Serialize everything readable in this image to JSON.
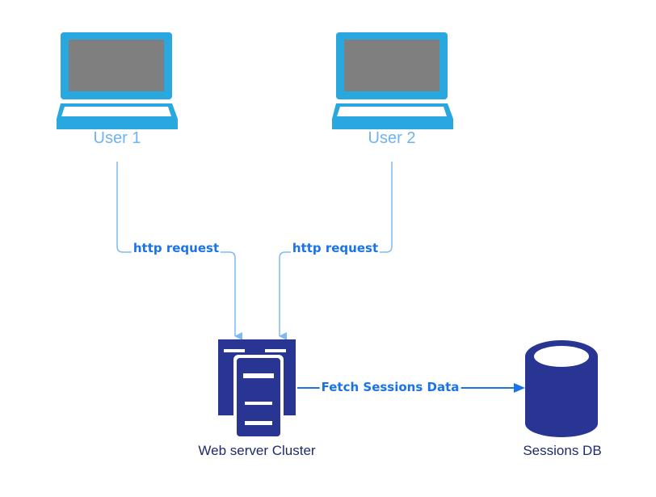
{
  "nodes": {
    "user1": {
      "label": "User 1"
    },
    "user2": {
      "label": "User 2"
    },
    "web_cluster": {
      "label": "Web server Cluster"
    },
    "sessions_db": {
      "label": "Sessions DB"
    }
  },
  "edges": [
    {
      "from": "user1",
      "to": "web_cluster",
      "label": "http request"
    },
    {
      "from": "user2",
      "to": "web_cluster",
      "label": "http request"
    },
    {
      "from": "web_cluster",
      "to": "sessions_db",
      "label": "Fetch Sessions Data"
    }
  ],
  "colors": {
    "laptop": "#29a8e0",
    "screen": "#7f7f7f",
    "user_connector": "#7fb8f5",
    "db_connector": "#1a73e8",
    "server": "#283593",
    "user_label": "#6fb3f0",
    "node_label": "#1f2a6e",
    "edge_label": "#1a73e8"
  },
  "icons": [
    "laptop-icon",
    "laptop-icon",
    "server-cluster-icon",
    "database-icon"
  ]
}
